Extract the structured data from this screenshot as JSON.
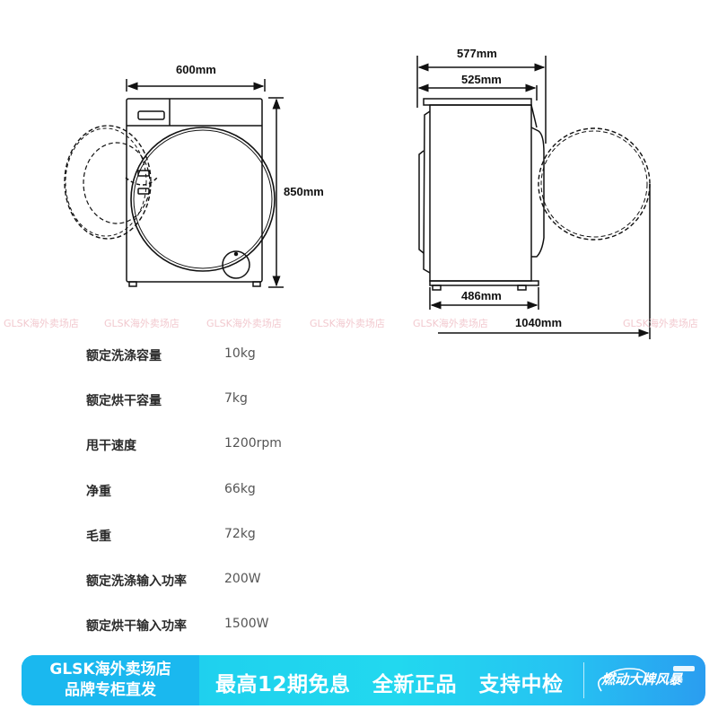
{
  "front_view": {
    "width_label": "600mm",
    "height_label": "850mm"
  },
  "side_view": {
    "depth_total_label": "577mm",
    "depth_body_label": "525mm",
    "base_depth_label": "486mm",
    "door_open_depth_label": "1040mm"
  },
  "watermark": {
    "text": "GLSK海外卖场店"
  },
  "specs": [
    {
      "label": "额定洗涤容量",
      "value": "10kg"
    },
    {
      "label": "额定烘干容量",
      "value": "7kg"
    },
    {
      "label": "甩干速度",
      "value": "1200rpm"
    },
    {
      "label": "净重",
      "value": "66kg"
    },
    {
      "label": "毛重",
      "value": "72kg"
    },
    {
      "label": "额定洗涤输入功率",
      "value": "200W"
    },
    {
      "label": "额定烘干输入功率",
      "value": "1500W"
    }
  ],
  "banner": {
    "store_line1": "GLSK海外卖场店",
    "store_line2": "品牌专柜直发",
    "promo1": "最高12期免息",
    "promo2": "全新正品",
    "promo3": "支持中检",
    "logo_text": "燃动大牌风暴",
    "colors": {
      "left": "#1ab8ef",
      "mid": "#22d8ef",
      "right": "#2a9df0"
    }
  }
}
